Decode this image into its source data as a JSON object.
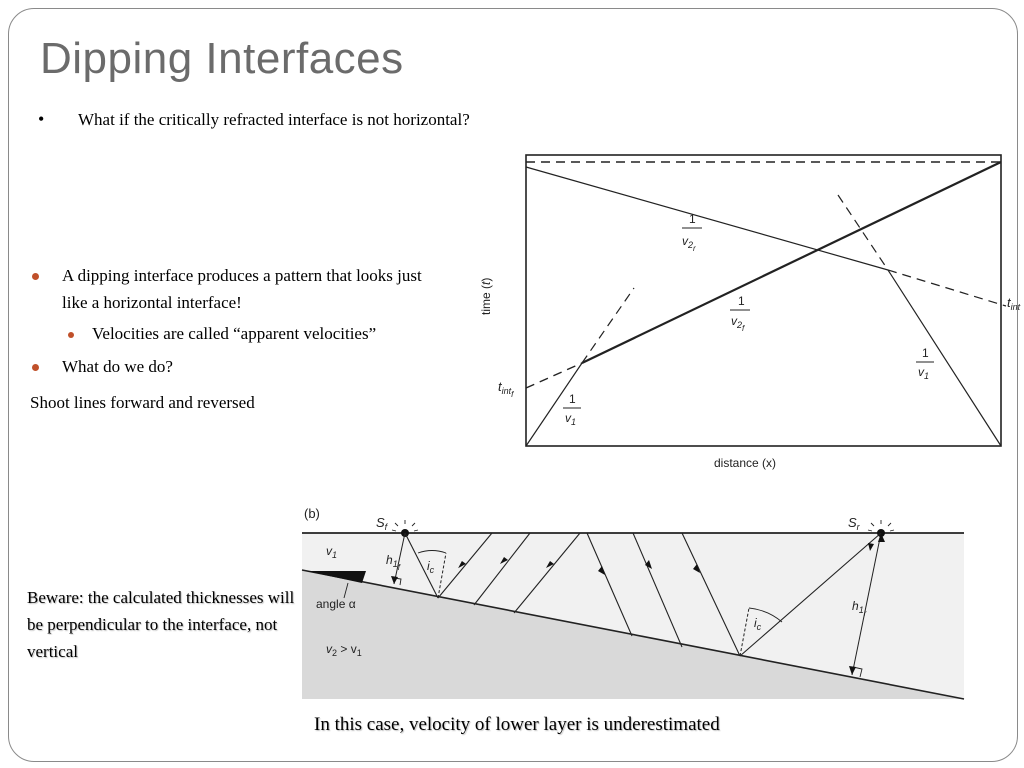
{
  "slide": {
    "title": "Dipping Interfaces",
    "intro_bullet": "What if the critically refracted interface is not horizontal?",
    "bullets": [
      {
        "text": "A dipping interface produces a pattern that looks just like a horizontal interface!"
      },
      {
        "text": "Velocities are called “apparent velocities”"
      },
      {
        "text": "What do we do?"
      }
    ],
    "plain_text": "Shoot lines forward and reversed",
    "beware": "Beware: the calculated thicknesses will be perpendicular to the interface, not vertical",
    "caption": "In this case, velocity of lower layer is underestimated",
    "accent_color": "#c0502a",
    "title_color": "#6b6b6b"
  },
  "graph": {
    "y_axis_label": "time (t)",
    "x_axis_label": "distance (x)",
    "t_int_f": "t",
    "t_int_r": "t",
    "sub_int": "int",
    "slope_num": "1",
    "v2r": "v",
    "v2f": "v",
    "v1": "v",
    "sub_2": "2",
    "sub_1": "1",
    "sub_r": "r",
    "sub_f": "f"
  },
  "section": {
    "panel_label": "(b)",
    "sf_label": "S",
    "sr_label": "S",
    "sub_f": "f",
    "sub_r": "r",
    "v1_label": "v",
    "v1_sub": "1",
    "h1f_label": "h",
    "h1r_label": "h",
    "ic_label": "i",
    "ic_sub": "c",
    "angle_label": "angle α",
    "v2_label": "v",
    "v2_rest": " > v",
    "v2_sub": "2"
  }
}
